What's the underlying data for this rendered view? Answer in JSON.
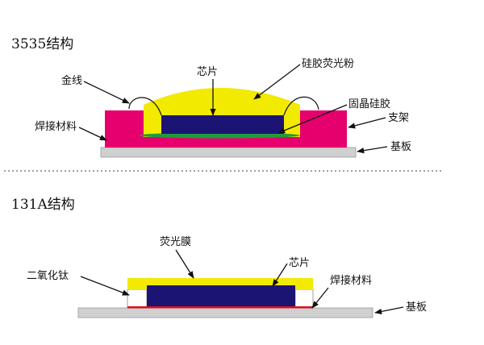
{
  "diagram": {
    "section1": {
      "title": "3535结构",
      "labels": {
        "gold_wire": "金线",
        "chip": "芯片",
        "silicone_phosphor": "硅胶荧光粉",
        "die_attach": "固晶硅胶",
        "solder": "焊接材料",
        "bracket": "支架",
        "substrate": "基板"
      }
    },
    "section2": {
      "title": "131A结构",
      "labels": {
        "phosphor_film": "荧光膜",
        "chip": "芯片",
        "tio2": "二氧化钛",
        "solder": "焊接材料",
        "substrate": "基板"
      }
    },
    "colors": {
      "bracket": "#e6006e",
      "phosphor": "#f2ea00",
      "chip": "#1c1473",
      "die_attach": "#1e9c3c",
      "substrate": "#d0d0d0",
      "solder2": "#d8101c",
      "divider": "#666666"
    }
  }
}
